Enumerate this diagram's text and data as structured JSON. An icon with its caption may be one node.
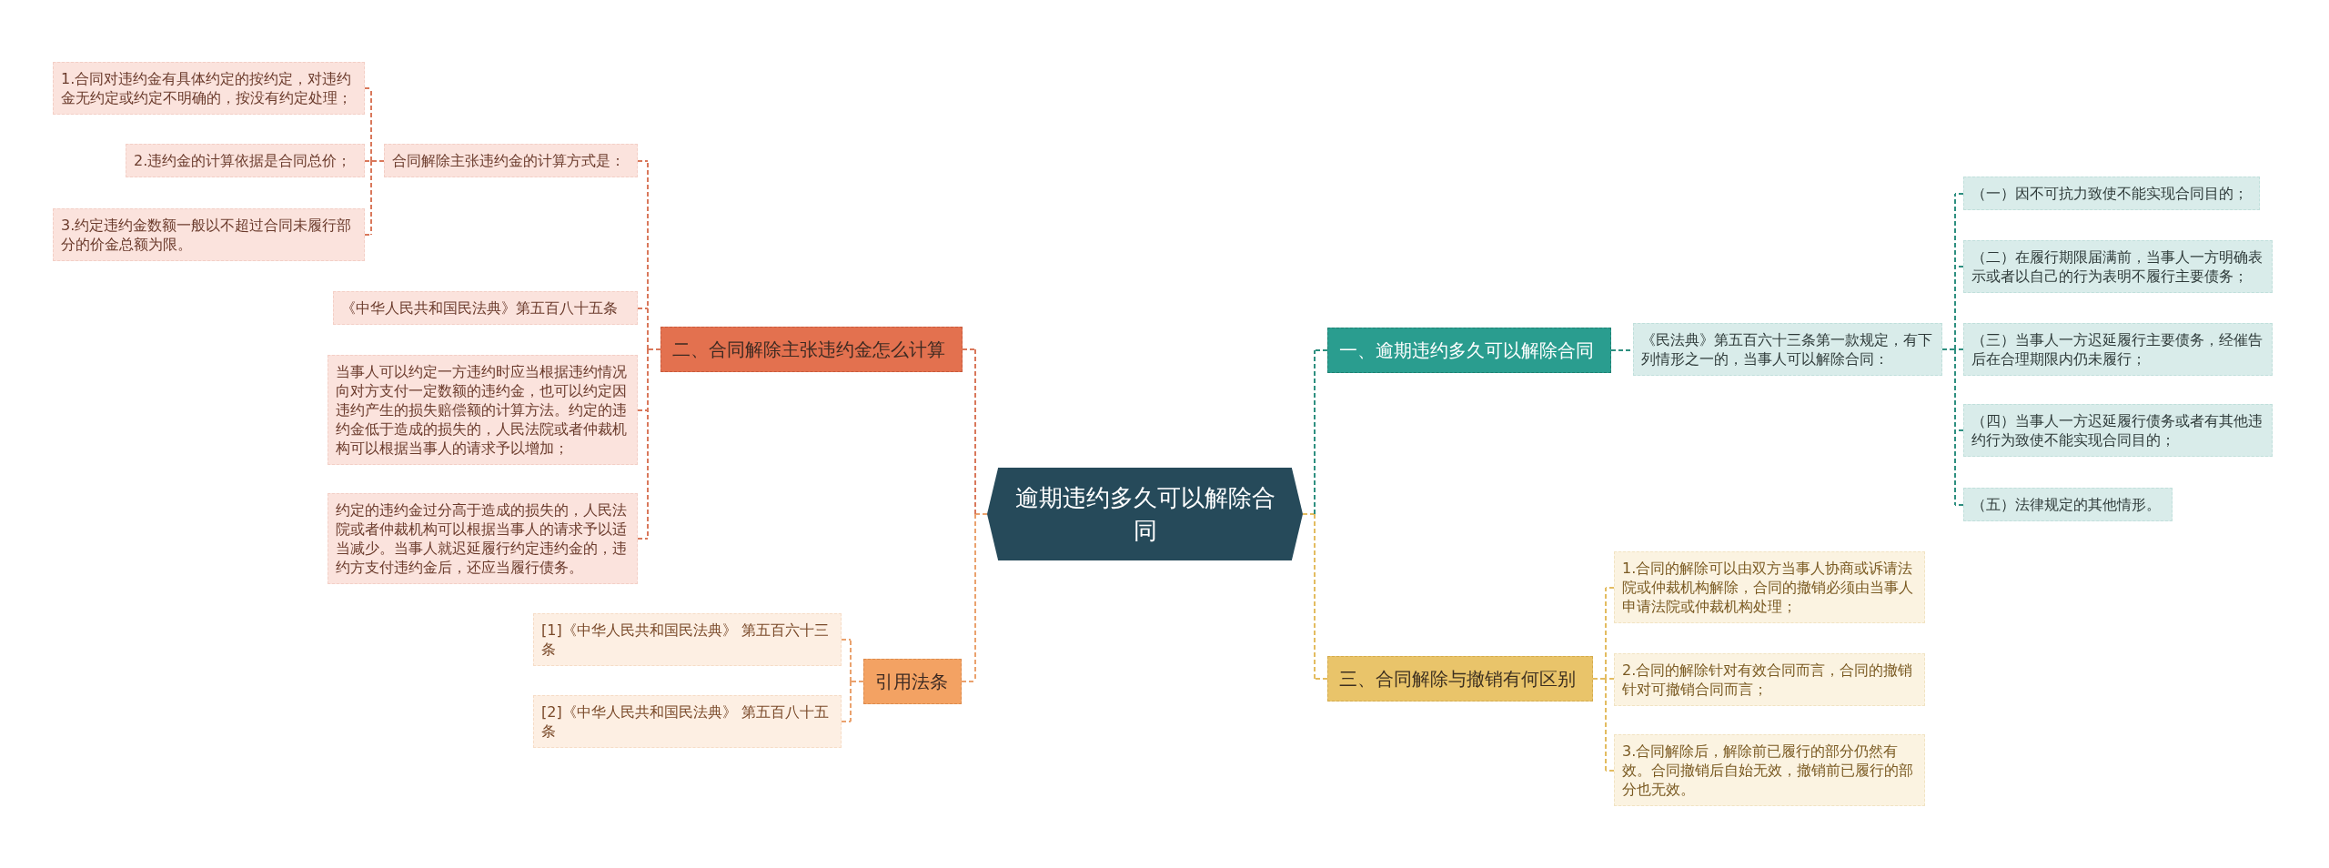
{
  "diagram": {
    "nodes": [
      {
        "text": [
          "逾期违约多久可以解除合同"
        ]
      },
      {
        "text": [
          "二、合同解除主张违约金怎么计算"
        ]
      },
      {
        "text": [
          "合同解除主张违约金的计算方式是："
        ]
      },
      {
        "text": [
          "1.合同对违约金有具体约定的按约定，对违约金无约定或约定不明确的，按没有约定处理；"
        ]
      },
      {
        "text": [
          "2.违约金的计算依据是合同总价；"
        ]
      },
      {
        "text": [
          "3.约定违约金数额一般以不超过合同未履行部分的价金总额为限。"
        ]
      },
      {
        "text": [
          "《中华人民共和国民法典》第五百八十五条"
        ]
      },
      {
        "text": [
          "当事人可以约定一方违约时应当根据违约情况向对方支付一定数额的违约金，也可以约定因违约产生的损失赔偿额的计算方法。约定的违约金低于造成的损失的，人民法院或者仲裁机构可以根据当事人的请求予以增加；"
        ]
      },
      {
        "text": [
          "约定的违约金过分高于造成的损失的，人民法院或者仲裁机构可以根据当事人的请求予以适当减少。当事人就迟延履行约定违约金的，违约方支付违约金后，还应当履行债务。"
        ]
      },
      {
        "text": [
          "引用法条"
        ]
      },
      {
        "text": [
          "[1]《中华人民共和国民法典》 第五百六十三条"
        ]
      },
      {
        "text": [
          "[2]《中华人民共和国民法典》 第五百八十五条"
        ]
      },
      {
        "text": [
          "一、逾期违约多久可以解除合同"
        ]
      },
      {
        "text": [
          "《民法典》第五百六十三条第一款规定，有下列情形之一的，当事人可以解除合同："
        ]
      },
      {
        "text": [
          "（一）因不可抗力致使不能实现合同目的；"
        ]
      },
      {
        "text": [
          "（二）在履行期限届满前，当事人一方明确表示或者以自己的行为表明不履行主要债务；"
        ]
      },
      {
        "text": [
          "（三）当事人一方迟延履行主要债务，经催告后在合理期限内仍未履行；"
        ]
      },
      {
        "text": [
          "（四）当事人一方迟延履行债务或者有其他违约行为致使不能实现合同目的；"
        ]
      },
      {
        "text": [
          "（五）法律规定的其他情形。"
        ]
      },
      {
        "text": [
          "三、合同解除与撤销有何区别"
        ]
      },
      {
        "text": [
          "1.合同的解除可以由双方当事人协商或诉请法院或仲裁机构解除，合同的撤销必须由当事人申请法院或仲裁机构处理；"
        ]
      },
      {
        "text": [
          "2.合同的解除针对有效合同而言，合同的撤销针对可撤销合同而言；"
        ]
      },
      {
        "text": [
          "3.合同解除后，解除前已履行的部分仍然有效。合同撤销后自始无效，撤销前已履行的部分也无效。"
        ]
      }
    ],
    "edges": [
      {
        "from": 0,
        "to": 1,
        "arrow": "none",
        "style": "dashed"
      },
      {
        "from": 1,
        "to": 2,
        "arrow": "none",
        "style": "dashed"
      },
      {
        "from": 2,
        "to": 3,
        "arrow": "none",
        "style": "dashed"
      },
      {
        "from": 2,
        "to": 4,
        "arrow": "none",
        "style": "dashed"
      },
      {
        "from": 2,
        "to": 5,
        "arrow": "none",
        "style": "dashed"
      },
      {
        "from": 1,
        "to": 6,
        "arrow": "none",
        "style": "dashed"
      },
      {
        "from": 1,
        "to": 7,
        "arrow": "none",
        "style": "dashed"
      },
      {
        "from": 1,
        "to": 8,
        "arrow": "none",
        "style": "dashed"
      },
      {
        "from": 0,
        "to": 9,
        "arrow": "none",
        "style": "dashed",
        "color": "#eaa26e"
      },
      {
        "from": 9,
        "to": 10,
        "arrow": "none",
        "style": "dashed",
        "color": "#eaa26e"
      },
      {
        "from": 9,
        "to": 11,
        "arrow": "none",
        "style": "dashed",
        "color": "#eaa26e"
      },
      {
        "from": 0,
        "to": 12,
        "arrow": "none",
        "style": "dashed",
        "color": "#2e8f80"
      },
      {
        "from": 12,
        "to": 13,
        "arrow": "none",
        "style": "dashed",
        "color": "#2e8f80"
      },
      {
        "from": 13,
        "to": 14,
        "arrow": "none",
        "style": "dashed",
        "color": "#2e8f80"
      },
      {
        "from": 13,
        "to": 15,
        "arrow": "none",
        "style": "dashed",
        "color": "#2e8f80"
      },
      {
        "from": 13,
        "to": 16,
        "arrow": "none",
        "style": "dashed",
        "color": "#2e8f80"
      },
      {
        "from": 13,
        "to": 17,
        "arrow": "none",
        "style": "dashed",
        "color": "#2e8f80"
      },
      {
        "from": 13,
        "to": 18,
        "arrow": "none",
        "style": "dashed",
        "color": "#2e8f80"
      },
      {
        "from": 0,
        "to": 19,
        "arrow": "none",
        "style": "dashed",
        "color": "#e3bc60"
      },
      {
        "from": 19,
        "to": 20,
        "arrow": "none",
        "style": "dashed",
        "color": "#e3bc60"
      },
      {
        "from": 19,
        "to": 21,
        "arrow": "none",
        "style": "dashed",
        "color": "#e3bc60"
      },
      {
        "from": 19,
        "to": 22,
        "arrow": "none",
        "style": "dashed",
        "color": "#e3bc60"
      }
    ]
  }
}
